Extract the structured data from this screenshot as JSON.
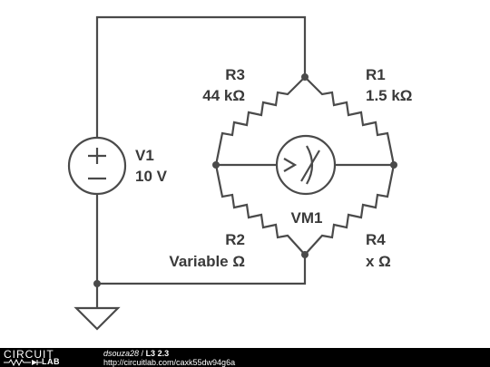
{
  "components": {
    "v1": {
      "name": "V1",
      "value": "10 V"
    },
    "r1": {
      "name": "R1",
      "value": "1.5 kΩ"
    },
    "r2": {
      "name": "R2",
      "value": "Variable Ω"
    },
    "r3": {
      "name": "R3",
      "value": "44 kΩ"
    },
    "r4": {
      "name": "R4",
      "value": "x Ω"
    },
    "vm1": {
      "name": "VM1"
    }
  },
  "footer": {
    "logo_top": "CIRCUIT",
    "logo_bottom": "LAB",
    "author": "dsouza28",
    "separator": " / ",
    "title": "L3 2.3",
    "url": "http://circuitlab.com/caxk55dw94g6a"
  },
  "colors": {
    "wire": "#4a4a4a",
    "text": "#3a3a3a",
    "footer_bg": "#000000"
  }
}
